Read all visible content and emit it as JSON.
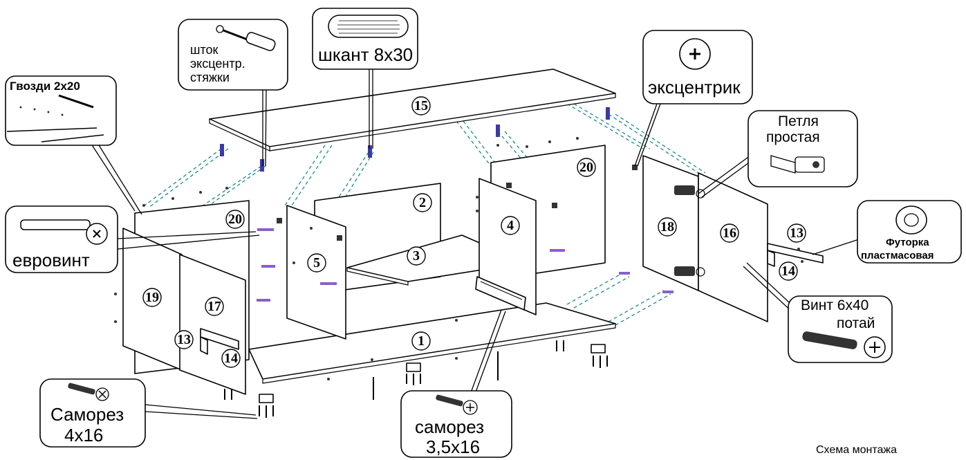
{
  "title": "Схема монтажа",
  "callouts": {
    "nails": "Гвозди 2х20",
    "rod": [
      "шток",
      "эксцентр.",
      "стяжки"
    ],
    "dowel": "шкант 8х30",
    "cam": "эксцентрик",
    "hinge": [
      "Петля",
      "простая"
    ],
    "plug": [
      "Футорка",
      "пластмасовая"
    ],
    "screw_6x40": [
      "Винт 6х40",
      "потай"
    ],
    "euro_screw": "евровинт",
    "screw_4x16": [
      "Саморез",
      "4х16"
    ],
    "screw_35x16": [
      "саморез",
      "3,5х16"
    ]
  },
  "parts": {
    "p1": "1",
    "p2": "2",
    "p3": "3",
    "p4": "4",
    "p5": "5",
    "p13a": "13",
    "p14a": "14",
    "p13b": "13",
    "p14b": "14",
    "p15": "15",
    "p16": "16",
    "p17": "17",
    "p18": "18",
    "p19": "19",
    "p20a": "20",
    "p20b": "20"
  }
}
